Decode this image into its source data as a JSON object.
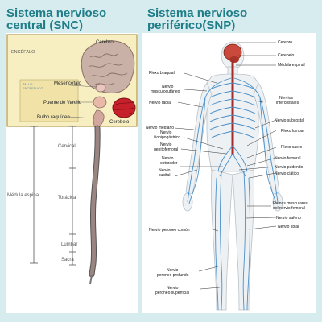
{
  "left": {
    "title_line1": "Sistema nervioso",
    "title_line2": "central (SNC)",
    "labels": {
      "cerebro": "Cerebro",
      "encefalo": "ENCÉFALO",
      "tallo_line1": "TALLO",
      "tallo_line2": "ENCEFALICO",
      "mesencefalo": "Mesencéfalo",
      "puente": "Puente de Varolio",
      "bulbo": "Bulbo raquídeo",
      "cerebelo": "Cerebelo",
      "cervical": "Cervical",
      "medula": "Médula espinal",
      "toracica": "Torácica",
      "lumbar": "Lumbar",
      "sacra": "Sacra"
    }
  },
  "right": {
    "title_line1": "Sistema nervioso",
    "title_line2": "periférico(SNP)",
    "labels": {
      "cerebro": "Cerebro",
      "cerebelo": "Cerebelo",
      "medula": "Médula espinal",
      "plexo_braquial": "Plexo braquial",
      "musculocutaneo_1": "Nervio",
      "musculocutaneo_2": "musculocutáneo",
      "intercostales_1": "Nervios",
      "intercostales_2": "intercostales",
      "radial": "Nervio radial",
      "subcostal": "Nervio subcostal",
      "mediano": "Nervio mediano",
      "iliohipogastrico_1": "Nervio",
      "iliohipogastrico_2": "iliohipogástrico",
      "plexo_lumbar": "Plexo lumbar",
      "genitofemoral_1": "Nervio",
      "genitofemoral_2": "genitofemoral",
      "plexo_sacro": "Plexo sacro",
      "obturador_1": "Nervio",
      "obturador_2": "obturador",
      "femoral": "Nervio femoral",
      "cubital_1": "Nervio",
      "cubital_2": "cubital",
      "pudendo": "Nervio pudendo",
      "ciatico": "Nervio ciático",
      "ramas_1": "Ramas musculares",
      "ramas_2": "del nervio femoral",
      "safeno": "Nervio safeno",
      "peroneo_comun": "Nervio peroneo común",
      "tibial": "Nervio tibial",
      "peroneo_prof_1": "Nervio",
      "peroneo_prof_2": "peroneo profundo",
      "peroneo_sup_1": "Nervio",
      "peroneo_sup_2": "peroneo superficial"
    }
  },
  "colors": {
    "title": "#1f7d88",
    "background": "#d6ecef",
    "encephalon_box": "#f7efc2",
    "brain": "#c9b1a7",
    "cerebellum": "#c8202a",
    "nerves": "#4a90c8",
    "spinal_cord": "#a52a2a"
  }
}
